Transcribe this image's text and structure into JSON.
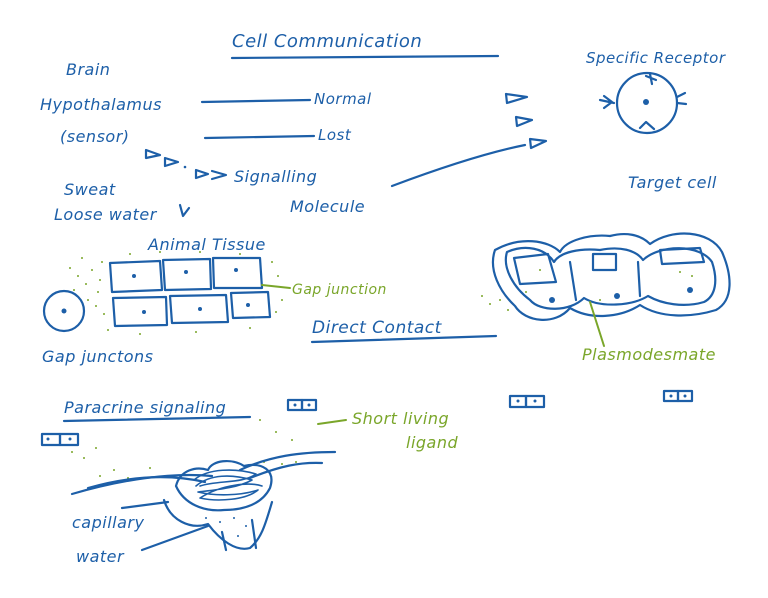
{
  "diagram": {
    "title": "Cell Communication",
    "labels": {
      "brain": "Brain",
      "hypothalamus": "Hypothalamus",
      "sensor": "(sensor)",
      "normal": "Normal",
      "lost": "Lost",
      "signalling": "Signalling",
      "molecule": "Molecule",
      "sweat": "Sweat",
      "loose_water": "Loose water",
      "specific_receptor": "Specific Receptor",
      "target_cell": "Target cell",
      "animal_tissue": "Animal Tissue",
      "gap_junction": "Gap junction",
      "gap_junctions": "Gap junctons",
      "direct_contact": "Direct Contact",
      "plasmodesmata": "Plasmodesmate",
      "paracrine_signaling": "Paracrine signaling",
      "short_living": "Short living",
      "ligand": "ligand",
      "capillary": "capillary",
      "water": "water"
    },
    "colors": {
      "ink_blue": "#1d5fa8",
      "ink_green": "#7aa62a",
      "background": "#ffffff"
    }
  }
}
